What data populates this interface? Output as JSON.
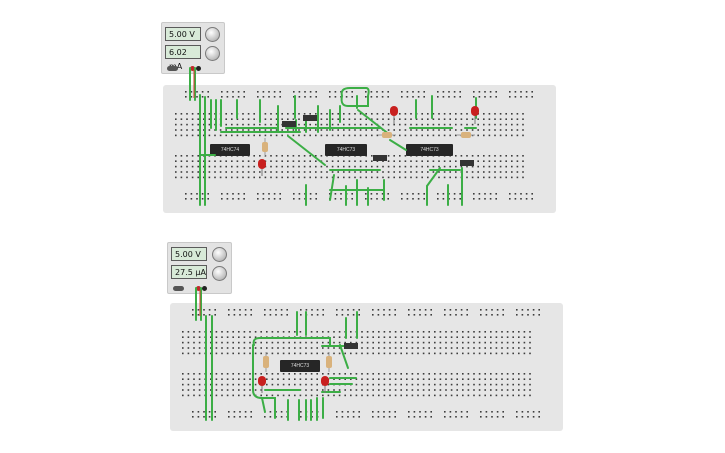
{
  "power_supplies": [
    {
      "voltage": "5.00 V",
      "current": "6.02 mA"
    },
    {
      "voltage": "5.00 V",
      "current": "27.5 µA"
    }
  ],
  "chips": [
    {
      "label": "74HC74"
    },
    {
      "label": "74HC73"
    },
    {
      "label": "74HC73"
    },
    {
      "label": "74HC73"
    }
  ],
  "colors": {
    "wire": "#3cae46",
    "led": "#c8201f",
    "chip": "#262626",
    "board": "#e6e6e6",
    "psu_red_lead": "#d43a2a",
    "psu_black_lead": "#333333"
  }
}
